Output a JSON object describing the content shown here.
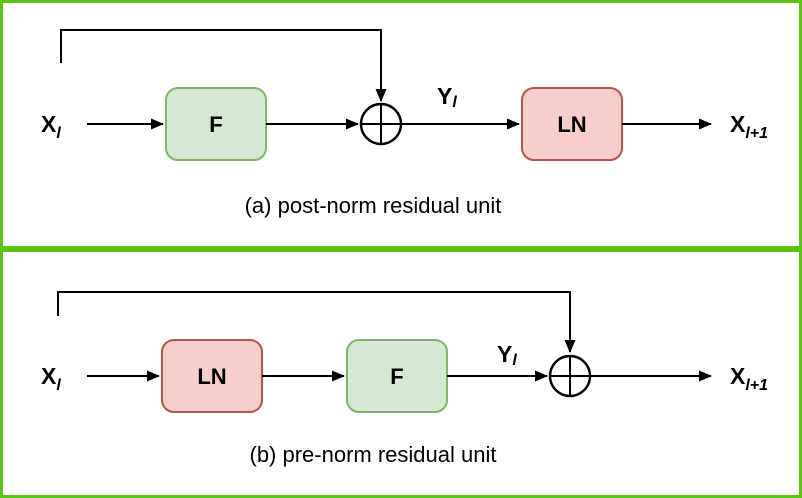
{
  "figure": {
    "panels": [
      {
        "caption": "(a) post-norm residual unit",
        "input_label": {
          "base": "X",
          "sub": "l"
        },
        "mid_label": {
          "base": "Y",
          "sub": "l"
        },
        "output_label": {
          "base": "X",
          "sub": "l+1"
        },
        "boxes": [
          {
            "label": "F",
            "role": "residual-function"
          },
          {
            "label": "LN",
            "role": "layer-norm"
          }
        ],
        "sum_node": "circled-plus"
      },
      {
        "caption": "(b) pre-norm residual unit",
        "input_label": {
          "base": "X",
          "sub": "l"
        },
        "mid_label": {
          "base": "Y",
          "sub": "l"
        },
        "output_label": {
          "base": "X",
          "sub": "l+1"
        },
        "boxes": [
          {
            "label": "LN",
            "role": "layer-norm"
          },
          {
            "label": "F",
            "role": "residual-function"
          }
        ],
        "sum_node": "circled-plus"
      }
    ],
    "colors": {
      "frame_border": "#5ac612",
      "function_box_fill": "#d5e8d4",
      "function_box_border": "#82b366",
      "norm_box_fill": "#f8cecc",
      "norm_box_border": "#b85450",
      "line": "#000000",
      "background": "#ffffff"
    }
  }
}
